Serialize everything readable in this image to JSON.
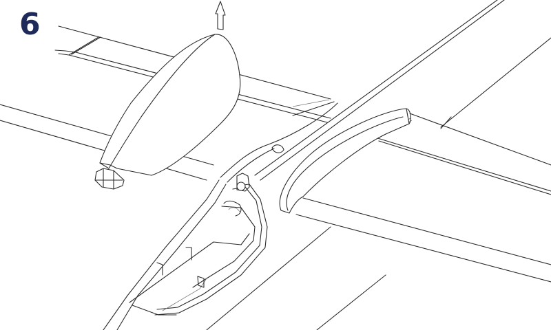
{
  "step": {
    "number": "6",
    "color": "#1e2a5a"
  },
  "diagram": {
    "subject": "glider wing-joint canopy assembly",
    "direction_indicator": "up-arrow-icon",
    "parts": [
      "left-wing",
      "right-wing",
      "canopy-hatch",
      "fuselage-pod",
      "wing-root-fairing",
      "rear-fuselage-boom"
    ],
    "line_color": "#2a2a2a",
    "background": "#ffffff"
  }
}
